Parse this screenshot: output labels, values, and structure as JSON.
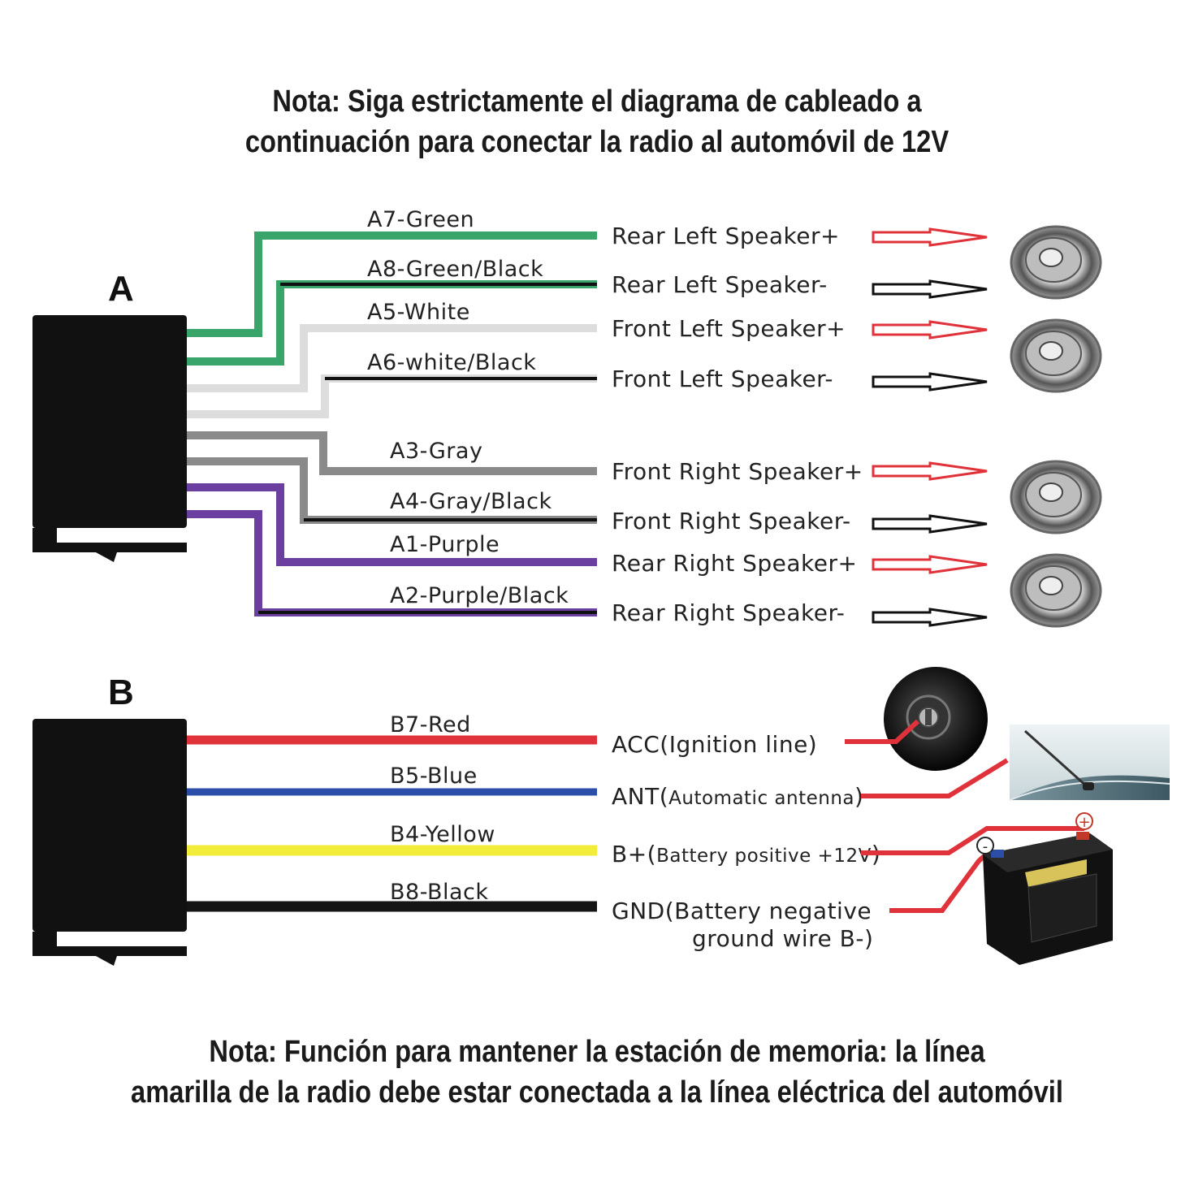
{
  "notes": {
    "top": [
      "Nota: Siga estrictamente el diagrama de cableado a",
      "continuación para conectar la radio al automóvil de 12V"
    ],
    "bottom": [
      "Nota: Función para mantener la estación de memoria: la línea",
      "amarilla de la radio debe estar conectada a la línea eléctrica del automóvil"
    ]
  },
  "connector_a": {
    "letter": "A",
    "wires": [
      {
        "label": "A7-Green",
        "color": "#3aa56a",
        "stripe": null,
        "dest": "Rear Left Speaker+",
        "polarity": "+"
      },
      {
        "label": "A8-Green/Black",
        "color": "#3aa56a",
        "stripe": "#111111",
        "dest": "Rear Left Speaker-",
        "polarity": "-"
      },
      {
        "label": "A5-White",
        "color": "#dddddd",
        "stripe": null,
        "dest": "Front Left Speaker+",
        "polarity": "+"
      },
      {
        "label": "A6-white/Black",
        "color": "#dddddd",
        "stripe": "#111111",
        "dest": "Front Left Speaker-",
        "polarity": "-"
      },
      {
        "label": "A3-Gray",
        "color": "#8a8a8a",
        "stripe": null,
        "dest": "Front Right Speaker+",
        "polarity": "+"
      },
      {
        "label": "A4-Gray/Black",
        "color": "#8a8a8a",
        "stripe": "#111111",
        "dest": "Front Right Speaker-",
        "polarity": "-"
      },
      {
        "label": "A1-Purple",
        "color": "#6a3fa0",
        "stripe": null,
        "dest": "Rear Right Speaker+",
        "polarity": "+"
      },
      {
        "label": "A2-Purple/Black",
        "color": "#6a3fa0",
        "stripe": "#111111",
        "dest": "Rear Right Speaker-",
        "polarity": "-"
      }
    ]
  },
  "connector_b": {
    "letter": "B",
    "wires": [
      {
        "label": "B7-Red",
        "color": "#e0323a",
        "dest_main": "ACC(Ignition line)",
        "dest_small": ""
      },
      {
        "label": "B5-Blue",
        "color": "#2b4fa8",
        "dest_main": "ANT(",
        "dest_small": "Automatic antenna",
        "dest_end": ")"
      },
      {
        "label": "B4-Yellow",
        "color": "#f2ec3a",
        "dest_main": "B+(",
        "dest_small": "Battery positive +12V",
        "dest_end": ")"
      },
      {
        "label": "B8-Black",
        "color": "#151515",
        "dest_main": "GND(Battery negative",
        "dest_line2": "ground wire B-)"
      }
    ]
  },
  "battery": {
    "positive_mark": "+",
    "negative_mark": "-"
  },
  "colors": {
    "arrow_positive": "#e0323a",
    "arrow_negative": "#111111",
    "link_red": "#e0323a"
  }
}
